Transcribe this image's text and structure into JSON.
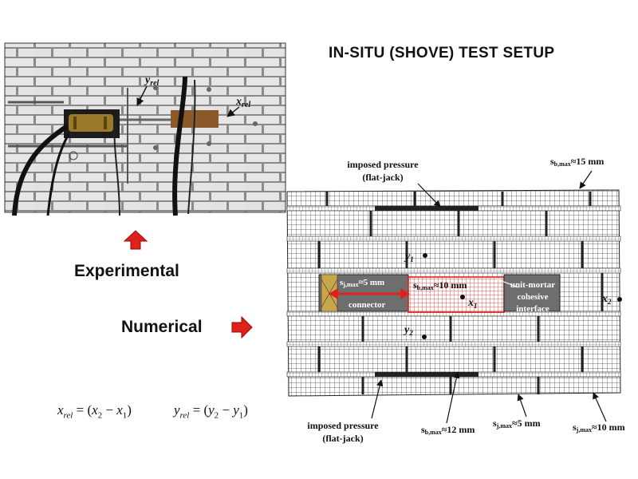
{
  "title": "IN-SITU (SHOVE)  TEST  SETUP",
  "labels": {
    "experimental": "Experimental",
    "numerical": "Numerical"
  },
  "photo": {
    "y_rel": "y",
    "y_rel_sub": "rel",
    "x_rel": "x",
    "x_rel_sub": "rel"
  },
  "equations": {
    "x_rel": {
      "lhs": "x",
      "lhs_sub": "rel",
      "a": "x",
      "a_sub": "2",
      "b": "x",
      "b_sub": "1"
    },
    "y_rel": {
      "lhs": "y",
      "lhs_sub": "rel",
      "a": "y",
      "a_sub": "2",
      "b": "y",
      "b_sub": "1"
    }
  },
  "model": {
    "top_pressure": [
      "imposed pressure",
      "(flat-jack)"
    ],
    "bottom_pressure": [
      "imposed pressure",
      "(flat-jack)"
    ],
    "sb_top": "s",
    "sb_top_sub": "b,max",
    "sb_top_val": "≈15 mm",
    "sj_left": "s",
    "sj_left_sub": "j,max",
    "sj_left_val": "≈5 mm",
    "sb_mid": "s",
    "sb_mid_sub": "b,max",
    "sb_mid_val": "≈10 mm",
    "connector": "connector",
    "interface": [
      "unit-mortar",
      "cohesive",
      "interface"
    ],
    "sb_bottom": "s",
    "sb_bottom_sub": "b,max",
    "sb_bottom_val": "≈12 mm",
    "sj_bottom1": "s",
    "sj_bottom1_sub": "j,max",
    "sj_bottom1_val": "≈5 mm",
    "sj_bottom2": "s",
    "sj_bottom2_sub": "j,max",
    "sj_bottom2_val": "≈10 mm",
    "points": {
      "y1": "y",
      "y1_sub": "1",
      "x1": "x",
      "x1_sub": "1",
      "x2": "x",
      "x2_sub": "2",
      "y2": "y",
      "y2_sub": "2"
    }
  },
  "colors": {
    "arrow_red": "#e0201b",
    "mesh_red": "#e0201b",
    "panel": "#6e6e6e"
  }
}
